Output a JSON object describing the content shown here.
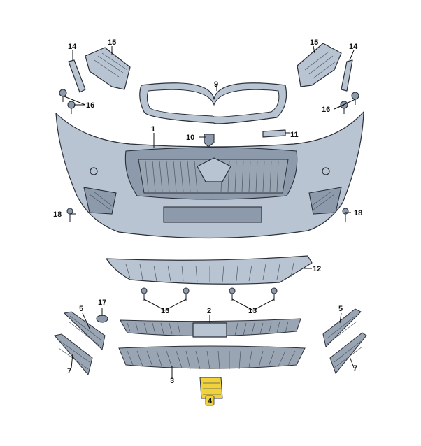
{
  "callouts": [
    {
      "id": "c1",
      "label": "1"
    },
    {
      "id": "c2",
      "label": "2"
    },
    {
      "id": "c3",
      "label": "3"
    },
    {
      "id": "c4",
      "label": "4"
    },
    {
      "id": "c5l",
      "label": "5"
    },
    {
      "id": "c5r",
      "label": "5"
    },
    {
      "id": "c7l",
      "label": "7"
    },
    {
      "id": "c7r",
      "label": "7"
    },
    {
      "id": "c9",
      "label": "9"
    },
    {
      "id": "c10",
      "label": "10"
    },
    {
      "id": "c11",
      "label": "11"
    },
    {
      "id": "c12",
      "label": "12"
    },
    {
      "id": "c13l",
      "label": "13"
    },
    {
      "id": "c13r",
      "label": "13"
    },
    {
      "id": "c14l",
      "label": "14"
    },
    {
      "id": "c14r",
      "label": "14"
    },
    {
      "id": "c15l",
      "label": "15"
    },
    {
      "id": "c15r",
      "label": "15"
    },
    {
      "id": "c16l",
      "label": "16"
    },
    {
      "id": "c16r",
      "label": "16"
    },
    {
      "id": "c17",
      "label": "17"
    },
    {
      "id": "c18l",
      "label": "18"
    },
    {
      "id": "c18r",
      "label": "18"
    }
  ],
  "colors": {
    "part": "#b9c4d3",
    "outline": "#2a2f38",
    "highlight": "#f2d23a"
  }
}
